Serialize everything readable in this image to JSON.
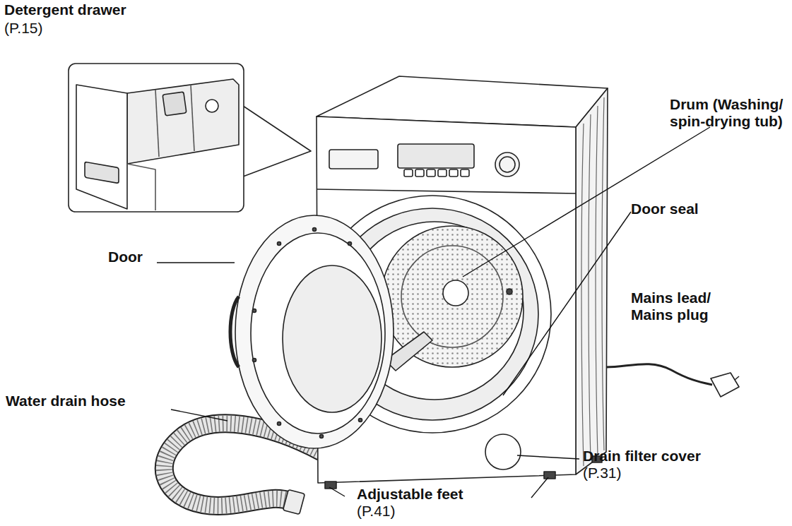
{
  "diagram": {
    "labels": [
      "Detergent drawer",
      "(P.15)",
      "Drum (Washing/ spin-drying tub)",
      "Door seal",
      "Door",
      "Mains lead/ Mains plug",
      "Water drain hose",
      "Adjustable feet",
      "(P.41)",
      "Drain filter cover",
      "(P.31)"
    ]
  }
}
